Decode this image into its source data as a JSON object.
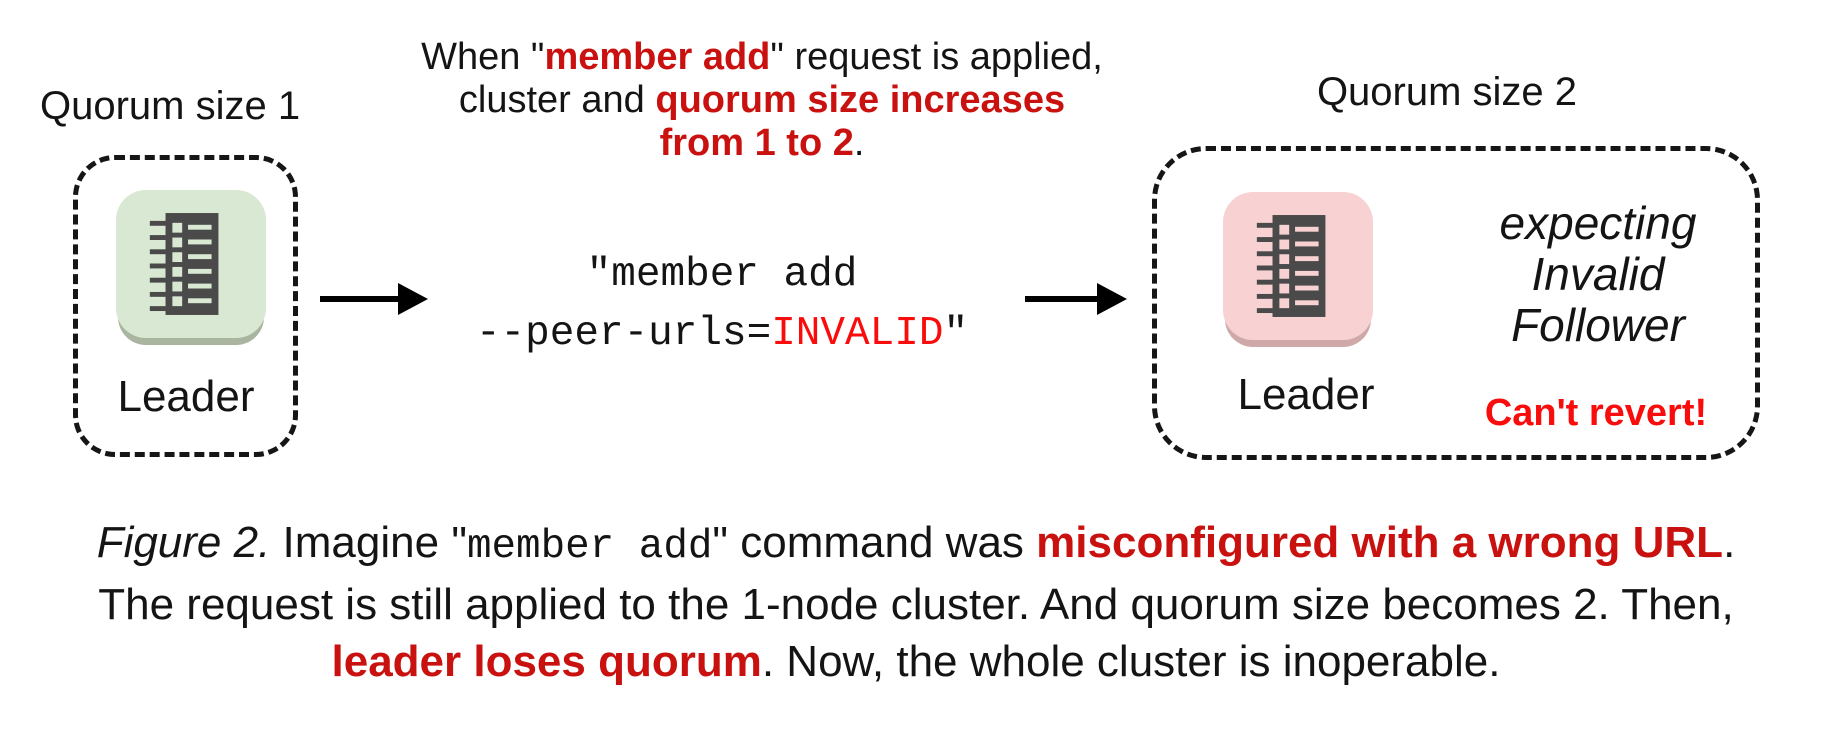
{
  "theme": {
    "black": "#141414",
    "red_dark": "#c9120f",
    "red_bright": "#f90d0c",
    "green_bg": "#d9e8d2",
    "green_shadow": "#a9b59f",
    "pink_bg": "#f8d2d2",
    "pink_shadow": "#cfa8a9",
    "icon_dark": "#4a4a4a"
  },
  "icons": {
    "node": "member-list-icon",
    "arrow": "right-arrow-icon"
  },
  "left": {
    "title": "Quorum size 1",
    "node_label": "Leader"
  },
  "heading": {
    "l1a": "When \"",
    "l1b": "member add",
    "l1c": "\" request is applied,",
    "l2a": "cluster and ",
    "l2b": "quorum size increases",
    "l3a": "from 1 to 2",
    "l3b": "."
  },
  "code": {
    "l1": "\"member add",
    "l2a": "--peer-urls=",
    "l2b": "INVALID",
    "l2c": "\""
  },
  "right": {
    "title": "Quorum size 2",
    "node_label": "Leader",
    "status_l1": "expecting",
    "status_l2": "Invalid",
    "status_l3": "Follower",
    "warning": "Can't revert!"
  },
  "caption": {
    "l1_fig": "Figure 2.",
    "l1a": " Imagine \"",
    "l1_code": "member add",
    "l1b": "\" command was ",
    "l1_red": "misconfigured with a wrong URL",
    "l1c": ".",
    "l2": "The request is still applied to the 1-node cluster. And quorum size becomes 2. Then,",
    "l3_red": "leader loses quorum",
    "l3a": ". Now, the whole cluster is inoperable."
  }
}
